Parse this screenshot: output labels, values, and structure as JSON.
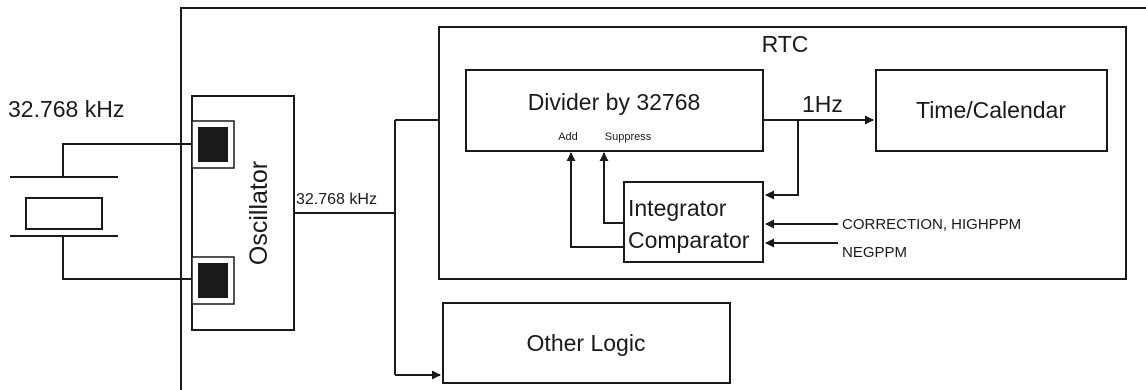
{
  "crystal": {
    "frequency_label": "32.768 kHz"
  },
  "oscillator": {
    "label": "Oscillator",
    "output_label": "32.768 kHz"
  },
  "rtc": {
    "title": "RTC",
    "divider": {
      "label": "Divider by 32768",
      "add_label": "Add",
      "suppress_label": "Suppress"
    },
    "one_hz_label": "1Hz",
    "time_calendar": {
      "label": "Time/Calendar"
    },
    "integrator_comparator": {
      "line1": "Integrator",
      "line2": "Comparator"
    },
    "inputs": {
      "correction_label": "CORRECTION, HIGHPPM",
      "negppm_label": "NEGPPM"
    }
  },
  "other_logic": {
    "label": "Other Logic"
  },
  "colors": {
    "stroke": "#1a1a1a",
    "background": "#ffffff"
  }
}
